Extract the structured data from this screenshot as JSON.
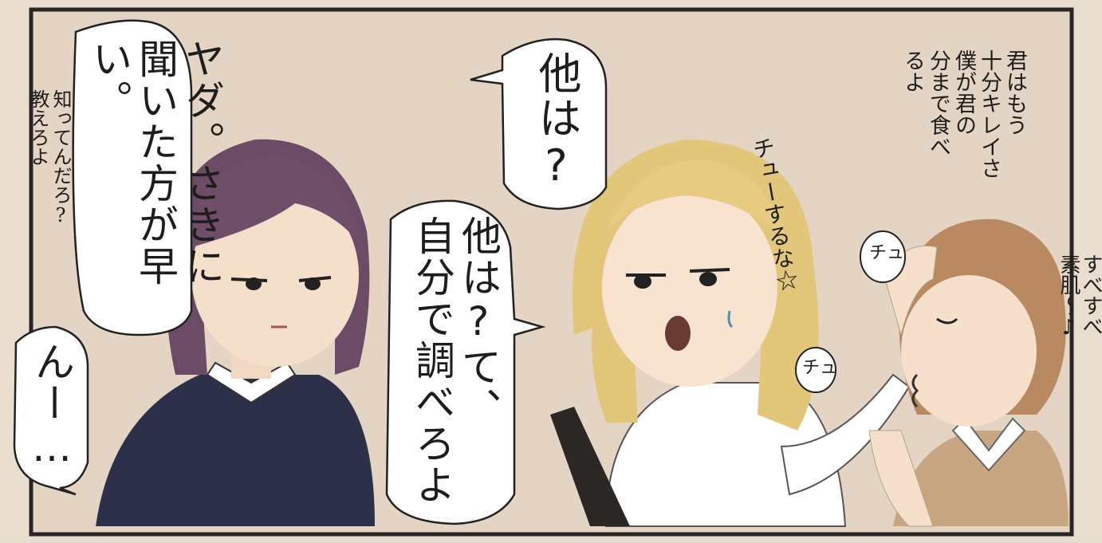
{
  "dialogs": {
    "yada": {
      "line1": "ヤダ。さきに",
      "line2": "聞いた方が早い。",
      "line3": ""
    },
    "nn": "んー…",
    "hokawa": "他は?",
    "jibunde": {
      "line1": "他は?て、",
      "line2": "自分で調べろよ"
    }
  },
  "asides": {
    "shitterundaro": {
      "line1": "知ってんだろ?",
      "line2": "教えろよ"
    },
    "chuu_suru_na": "チューするな☆",
    "kimi_wa_mou": {
      "line1": "君はもう",
      "line2": "十分キレイさ",
      "line3": "僕が君の",
      "line4": "分まで食べ",
      "line5": "るよ"
    },
    "subesube": {
      "line1": "すべすべ",
      "line2": "素肌～♪"
    }
  },
  "sfx": {
    "chu1": "チュ",
    "chu2": "チュ"
  }
}
